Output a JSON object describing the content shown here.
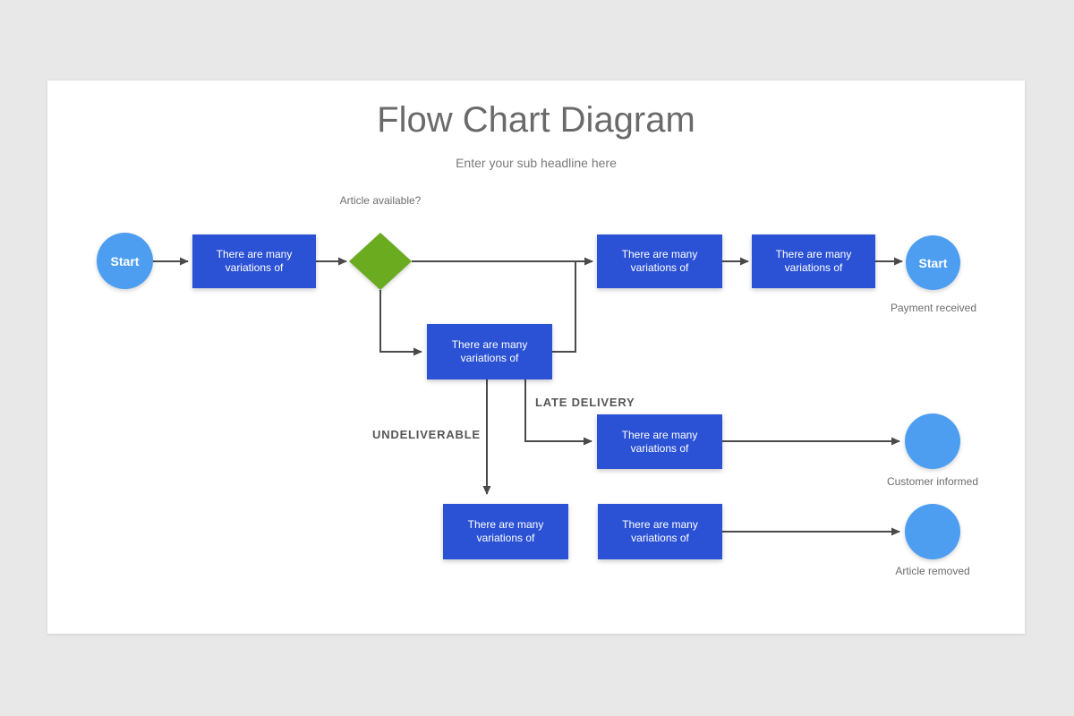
{
  "slide": {
    "title": "Flow Chart Diagram",
    "subtitle": "Enter your sub headline here"
  },
  "flowchart": {
    "process_label": "There are many variations of",
    "decision_label": "Article available?",
    "terminals": {
      "start_left": "Start",
      "start_right": "Start"
    },
    "captions": {
      "payment": "Payment received",
      "customer": "Customer informed",
      "article": "Article removed"
    },
    "branch_labels": {
      "late_delivery": "LATE DELIVERY",
      "undeliverable": "UNDELIVERABLE"
    },
    "colors": {
      "process_box": "#2B52D4",
      "terminal_circle": "#4D9EF1",
      "decision_diamond": "#6AAB20",
      "connector": "#4A4A4A",
      "canvas": "#FFFFFF",
      "background": "#E9E8E9"
    }
  }
}
